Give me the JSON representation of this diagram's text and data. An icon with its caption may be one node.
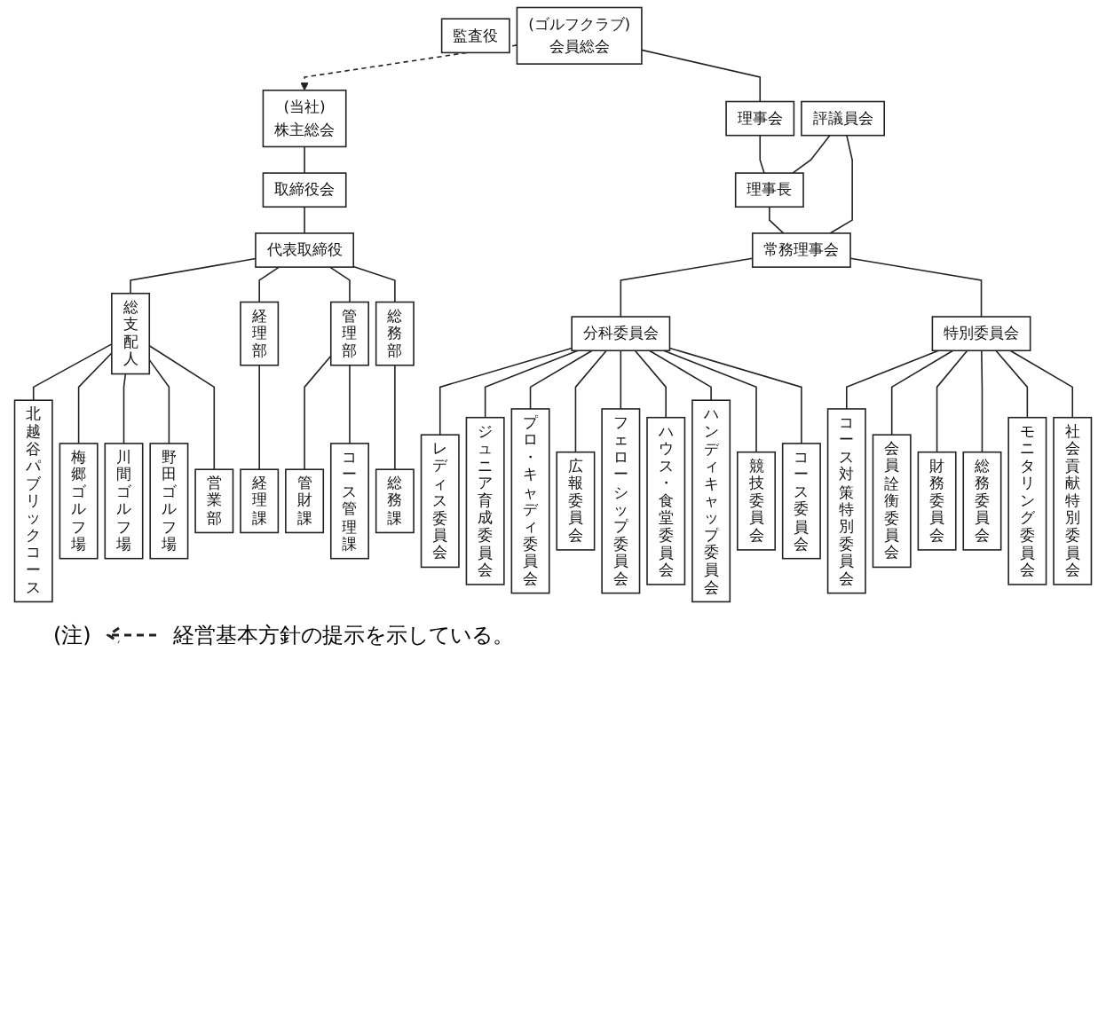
{
  "diagram": {
    "nodes": [
      {
        "text": [
          "(当社)",
          "株主総会"
        ]
      },
      {
        "text": [
          "監査役"
        ]
      },
      {
        "text": [
          "取締役会"
        ]
      },
      {
        "text": [
          "代表取締役"
        ]
      },
      {
        "text": [
          "総支配人"
        ]
      },
      {
        "text": [
          "経理部"
        ]
      },
      {
        "text": [
          "管理部"
        ]
      },
      {
        "text": [
          "総務部"
        ]
      },
      {
        "text": [
          "北越谷パブリックコース"
        ]
      },
      {
        "text": [
          "梅郷ゴルフ場"
        ]
      },
      {
        "text": [
          "川間ゴルフ場"
        ]
      },
      {
        "text": [
          "野田ゴルフ場"
        ]
      },
      {
        "text": [
          "営業部"
        ]
      },
      {
        "text": [
          "経理課"
        ]
      },
      {
        "text": [
          "管財課"
        ]
      },
      {
        "text": [
          "コース管理課"
        ]
      },
      {
        "text": [
          "総務課"
        ]
      },
      {
        "text": [
          "(ゴルフクラブ)",
          "会員総会"
        ]
      },
      {
        "text": [
          "理事会"
        ]
      },
      {
        "text": [
          "理事長"
        ]
      },
      {
        "text": [
          "評議員会"
        ]
      },
      {
        "text": [
          "常務理事会"
        ]
      },
      {
        "text": [
          "分科委員会"
        ]
      },
      {
        "text": [
          "特別委員会"
        ]
      },
      {
        "text": [
          "レディス委員会"
        ]
      },
      {
        "text": [
          "ジュニア育成委員会"
        ]
      },
      {
        "text": [
          "プロ・キャディ委員会"
        ]
      },
      {
        "text": [
          "広報委員会"
        ]
      },
      {
        "text": [
          "フェローシップ委員会"
        ]
      },
      {
        "text": [
          "ハウス・食堂委員会"
        ]
      },
      {
        "text": [
          "ハンディキャップ委員会"
        ]
      },
      {
        "text": [
          "競技委員会"
        ]
      },
      {
        "text": [
          "コース委員会"
        ]
      },
      {
        "text": [
          "コース対策特別委員会"
        ]
      },
      {
        "text": [
          "会員詮衡委員会"
        ]
      },
      {
        "text": [
          "財務委員会"
        ]
      },
      {
        "text": [
          "総務委員会"
        ]
      },
      {
        "text": [
          "モニタリング委員会"
        ]
      },
      {
        "text": [
          "社会貢献特別委員会"
        ]
      }
    ],
    "edges": [
      {
        "from": 17,
        "to": 0,
        "arrow": "to",
        "style": "dashed"
      },
      {
        "from": 0,
        "to": 2,
        "arrow": "none"
      },
      {
        "from": 2,
        "to": 3,
        "arrow": "none"
      },
      {
        "from": 3,
        "to": 4,
        "arrow": "none"
      },
      {
        "from": 3,
        "to": 5,
        "arrow": "none"
      },
      {
        "from": 3,
        "to": 6,
        "arrow": "none"
      },
      {
        "from": 3,
        "to": 7,
        "arrow": "none"
      },
      {
        "from": 4,
        "to": 8,
        "arrow": "none"
      },
      {
        "from": 4,
        "to": 9,
        "arrow": "none"
      },
      {
        "from": 4,
        "to": 10,
        "arrow": "none"
      },
      {
        "from": 4,
        "to": 11,
        "arrow": "none"
      },
      {
        "from": 4,
        "to": 12,
        "arrow": "none"
      },
      {
        "from": 5,
        "to": 13,
        "arrow": "none"
      },
      {
        "from": 6,
        "to": 14,
        "arrow": "none"
      },
      {
        "from": 6,
        "to": 15,
        "arrow": "none"
      },
      {
        "from": 7,
        "to": 16,
        "arrow": "none"
      },
      {
        "from": 17,
        "to": 18,
        "arrow": "none"
      },
      {
        "from": 18,
        "to": 19,
        "arrow": "none"
      },
      {
        "from": 19,
        "to": 21,
        "arrow": "none"
      },
      {
        "from": 20,
        "to": 19,
        "arrow": "none"
      },
      {
        "from": 20,
        "to": 21,
        "arrow": "none"
      },
      {
        "from": 21,
        "to": 22,
        "arrow": "none"
      },
      {
        "from": 21,
        "to": 23,
        "arrow": "none"
      },
      {
        "from": 22,
        "to": 24,
        "arrow": "none"
      },
      {
        "from": 22,
        "to": 25,
        "arrow": "none"
      },
      {
        "from": 22,
        "to": 26,
        "arrow": "none"
      },
      {
        "from": 22,
        "to": 27,
        "arrow": "none"
      },
      {
        "from": 22,
        "to": 28,
        "arrow": "none"
      },
      {
        "from": 22,
        "to": 29,
        "arrow": "none"
      },
      {
        "from": 22,
        "to": 30,
        "arrow": "none"
      },
      {
        "from": 22,
        "to": 31,
        "arrow": "none"
      },
      {
        "from": 22,
        "to": 32,
        "arrow": "none"
      },
      {
        "from": 23,
        "to": 33,
        "arrow": "none"
      },
      {
        "from": 23,
        "to": 34,
        "arrow": "none"
      },
      {
        "from": 23,
        "to": 35,
        "arrow": "none"
      },
      {
        "from": 23,
        "to": 36,
        "arrow": "none"
      },
      {
        "from": 23,
        "to": 37,
        "arrow": "none"
      },
      {
        "from": 23,
        "to": 38,
        "arrow": "none"
      }
    ],
    "labels": [
      "(注)"
    ],
    "legend": [
      {
        "text": "経営基本方針の提示を示している。"
      }
    ]
  }
}
